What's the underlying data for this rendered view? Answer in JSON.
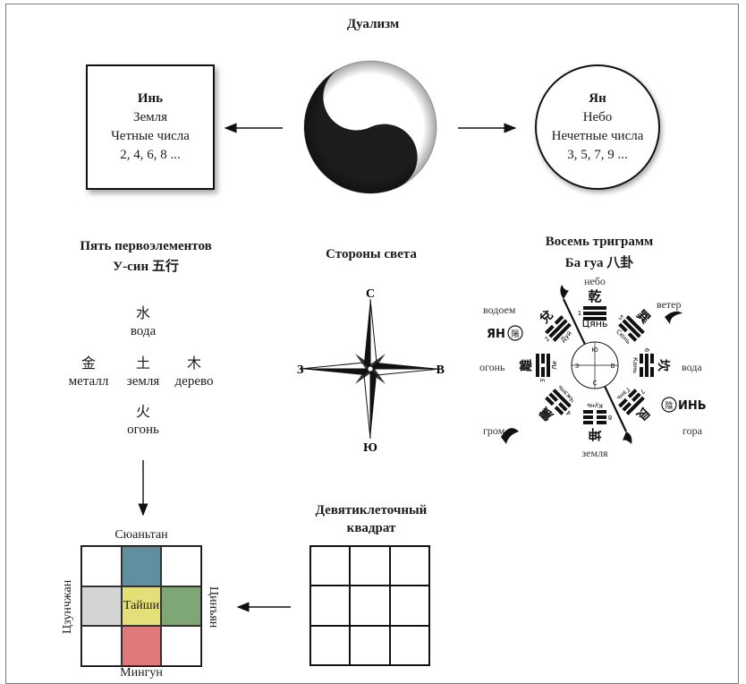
{
  "title": "Дуализм",
  "yin": {
    "head": "Инь",
    "l1": "Земля",
    "l2": "Четные числа",
    "l3": "2, 4, 6, 8 ..."
  },
  "yang": {
    "head": "Ян",
    "l1": "Небо",
    "l2": "Нечетные числа",
    "l3": "3, 5, 7, 9 ..."
  },
  "five": {
    "title1": "Пять первоэлементов",
    "title2": "У-син 五行",
    "water": {
      "hz": "水",
      "ru": "вода"
    },
    "metal": {
      "hz": "金",
      "ru": "металл"
    },
    "earth": {
      "hz": "土",
      "ru": "земля"
    },
    "wood": {
      "hz": "木",
      "ru": "дерево"
    },
    "fire": {
      "hz": "火",
      "ru": "огонь"
    }
  },
  "compass": {
    "title": "Стороны света",
    "n": "С",
    "s": "Ю",
    "w": "З",
    "e": "В"
  },
  "bagua": {
    "title1": "Восемь триграмм",
    "title2": "Ба гуа 八卦",
    "labels": {
      "sky": "небо",
      "wind": "ветер",
      "lake": "водоем",
      "fire": "огонь",
      "water": "вода",
      "thunder": "гром",
      "mountain": "гора",
      "earth": "земля",
      "yang": "ЯН",
      "yin": "ИНЬ",
      "yang_seal": "陽",
      "yin_seal": "陰"
    },
    "tri_names": {
      "qian": "Цянь",
      "dui": "Дуй",
      "li": "Ли",
      "zhen": "Чжэнь",
      "kun": "Кунь",
      "gen": "Гэнь",
      "kan": "Кань",
      "sun": "Сюнь"
    },
    "hz": {
      "qian": "乾",
      "kun": "坤",
      "li": "離",
      "kan": "坎",
      "dui": "兌",
      "sun": "巽",
      "zhen": "震",
      "gen": "艮"
    },
    "nums": {
      "qian": "1",
      "dui": "2",
      "li": "3",
      "zhen": "4",
      "sun": "5",
      "kan": "6",
      "gen": "7",
      "kun": "8"
    },
    "inner": {
      "n": "Ю",
      "s": "С",
      "w": "З",
      "e": "В"
    }
  },
  "nine": {
    "title1": "Девятиклеточный",
    "title2": "квадрат"
  },
  "cross": {
    "top": "Сюаньтан",
    "center": "Тайши",
    "left": "Цзунчжан",
    "right": "Цинъян",
    "bottom": "Мингун",
    "colors": {
      "top": "#5f8fa0",
      "left": "#d4d4d4",
      "center": "#e3e07a",
      "right": "#7fa776",
      "bottom": "#e07a7a"
    }
  }
}
